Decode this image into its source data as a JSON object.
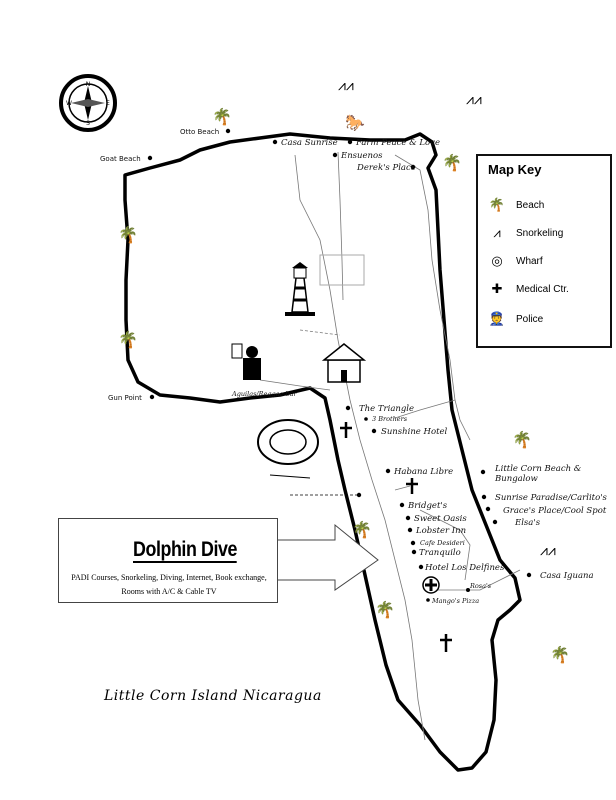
{
  "map_title": "Little Corn Island Nicaragua",
  "compass": {
    "n": "N",
    "s": "S",
    "e": "E",
    "w": "W"
  },
  "places": {
    "otto_beach": "Otto Beach",
    "goat_beach": "Goat Beach",
    "casa_sunrise": "Casa Sunrise",
    "farm_peace_love": "Farm Peace & Love",
    "ensuenos": "Ensuenos",
    "dereks_place": "Derek's Place",
    "gun_point": "Gun Point",
    "aguilas": "Aguilas/Reggae bar",
    "the_triangle": "The Triangle",
    "three_brothers": "3 Brothers",
    "sunshine_hotel": "Sunshine Hotel",
    "habana_libre": "Habana Libre",
    "little_corn_beach_1": "Little Corn Beach &",
    "little_corn_beach_2": "Bungalow",
    "sunrise_paradise": "Sunrise Paradise/Carlito's",
    "graces_place": "Grace's Place/Cool Spot",
    "elsas": "Elsa's",
    "bridgets": "Bridget's",
    "sweet_oasis": "Sweet Oasis",
    "lobster_inn": "Lobster Inn",
    "cafe_desideri": "Cafe Desideri",
    "tranquilo": "Tranquilo",
    "hotel_los_delfines": "Hotel Los Delfines",
    "rosas": "Rosa's",
    "mangos_pizza": "Mango's Pizza",
    "casa_iguana": "Casa Iguana"
  },
  "map_key": {
    "title": "Map Key",
    "items": [
      {
        "label": "Beach",
        "icon": "palm-tree-icon"
      },
      {
        "label": "Snorkeling",
        "icon": "flippers-icon"
      },
      {
        "label": "Wharf",
        "icon": "life-ring-icon"
      },
      {
        "label": "Medical Ctr.",
        "icon": "medical-cross-icon"
      },
      {
        "label": "Police",
        "icon": "police-icon"
      }
    ]
  },
  "ad": {
    "title": "Dolphin Dive",
    "line1": "PADI Courses, Snorkeling, Diving, Internet, Book exchange,",
    "line2": "Rooms with A/C & Cable TV"
  }
}
